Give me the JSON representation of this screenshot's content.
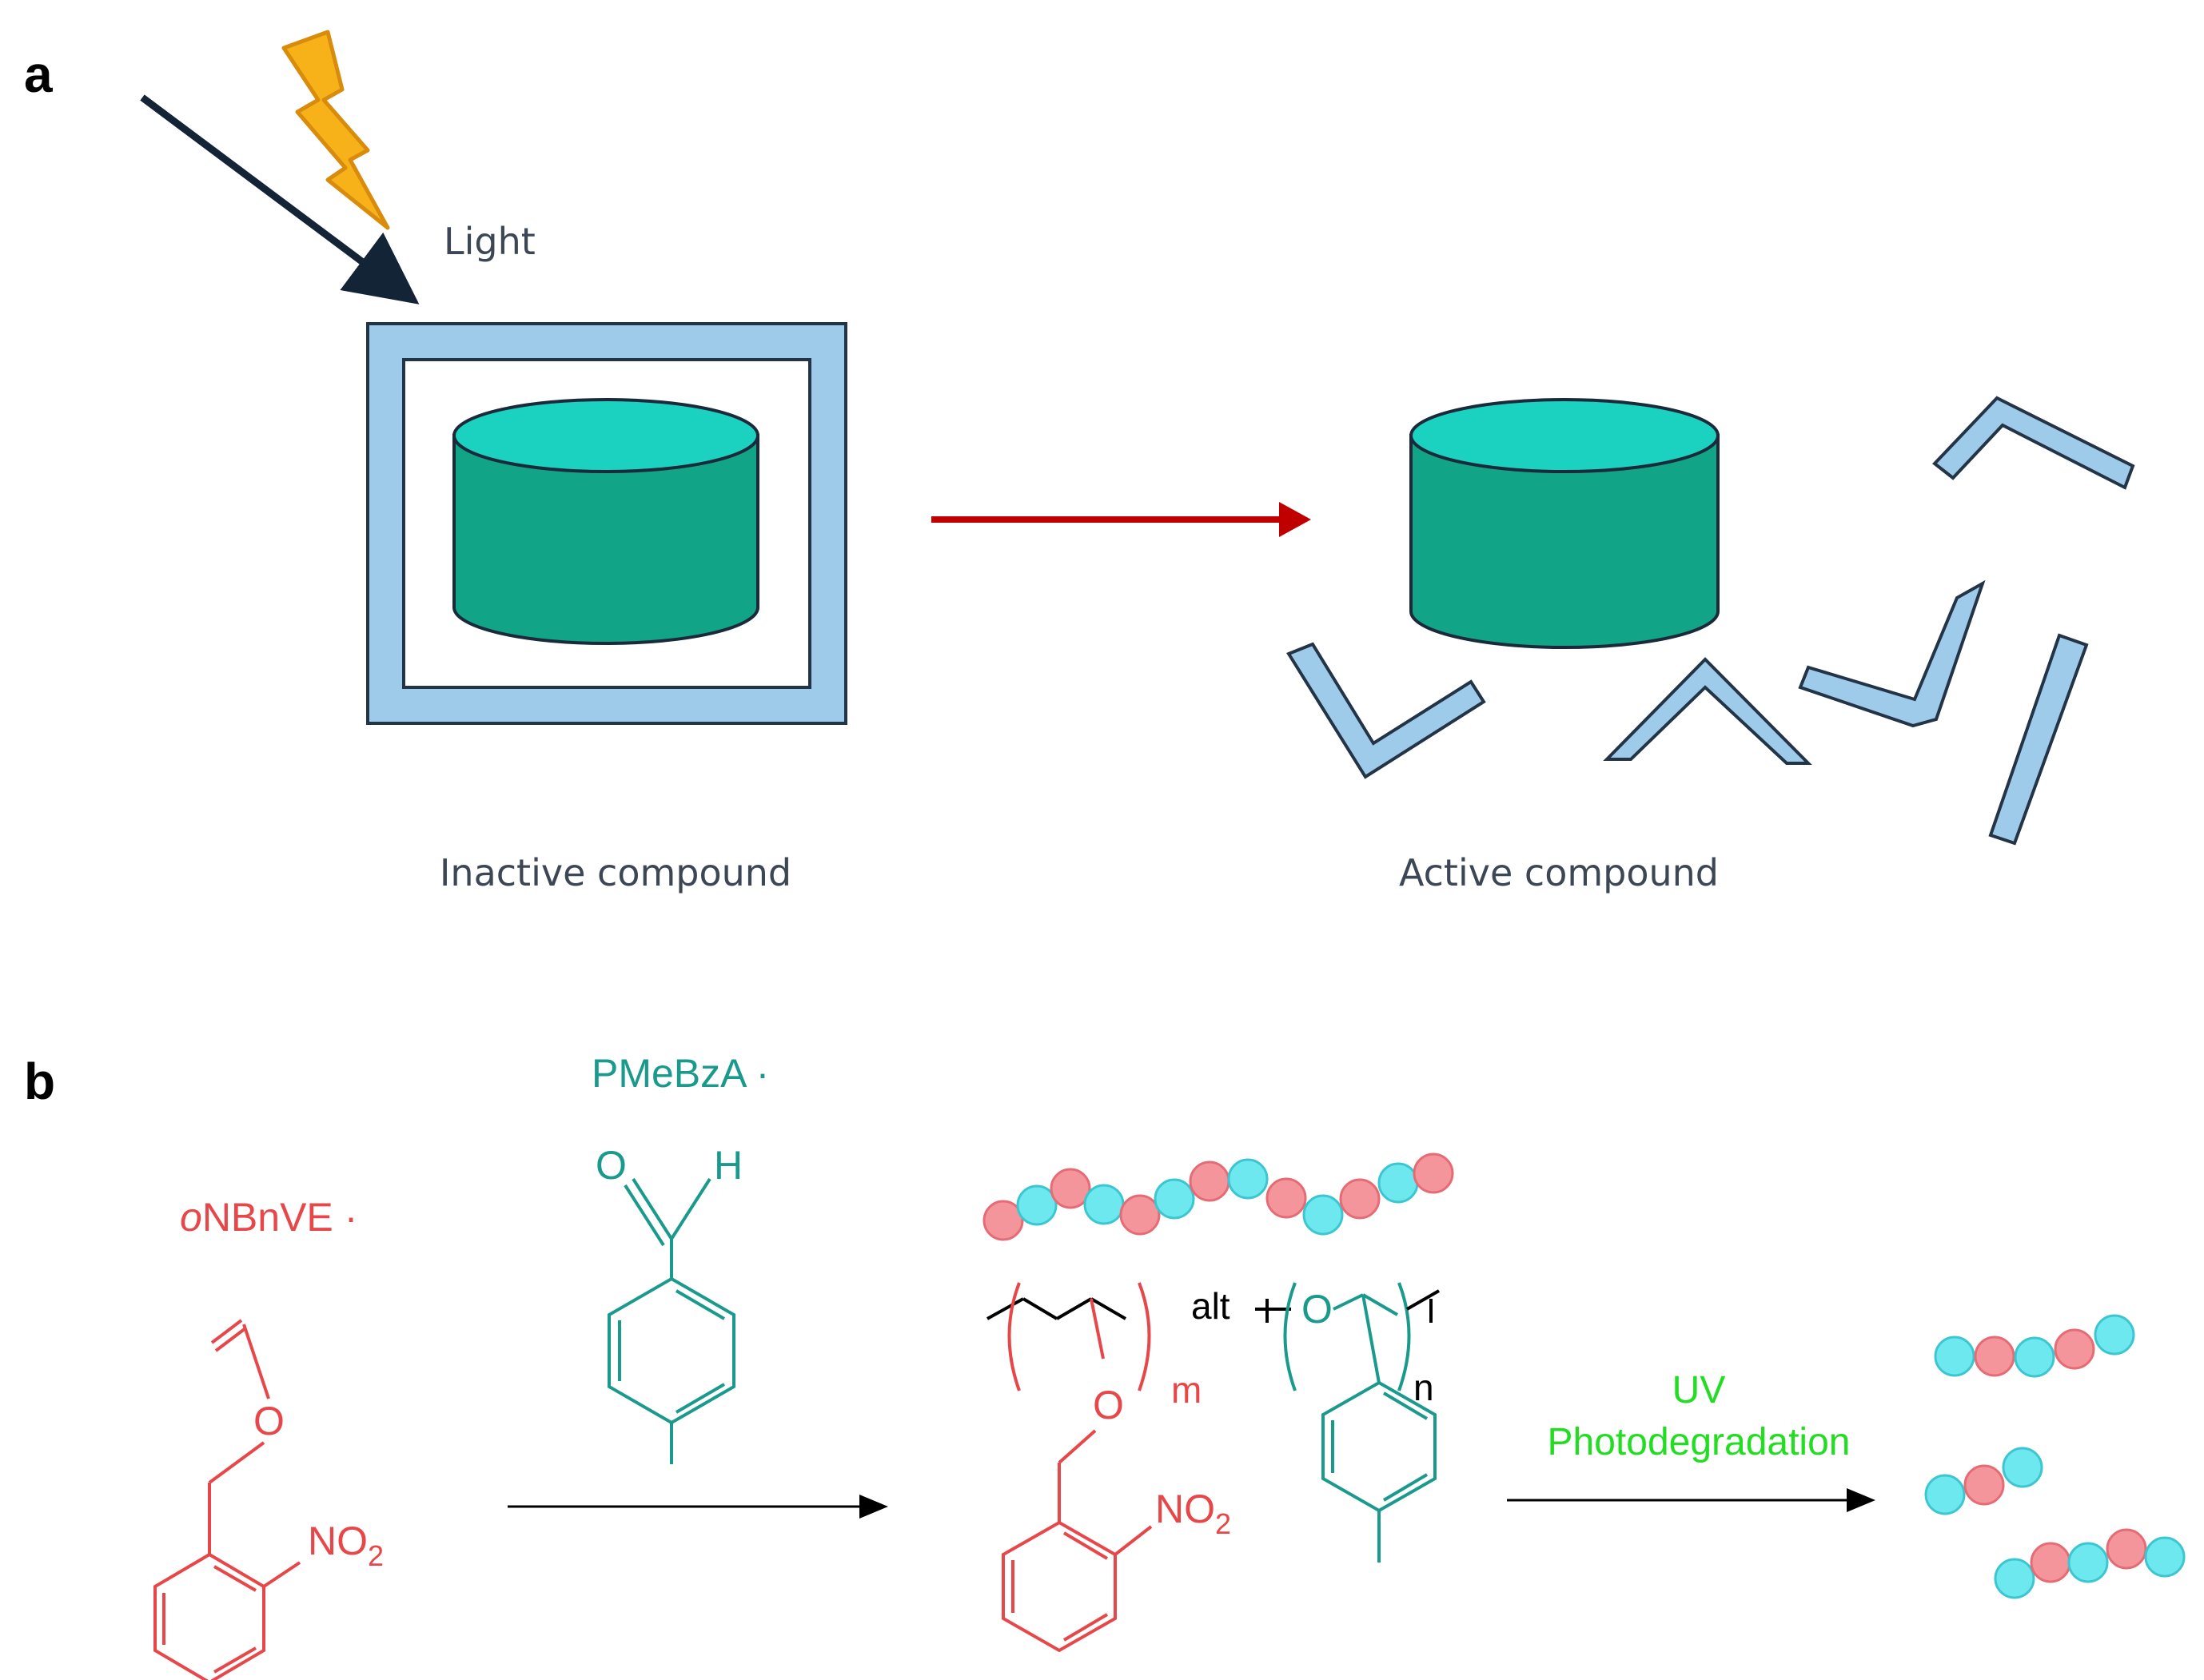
{
  "panel_a": {
    "label": "a",
    "light_label": "Light",
    "inactive_label": "Inactive compound",
    "active_label": "Active compound"
  },
  "panel_b": {
    "label": "b",
    "monomer1": {
      "name_prefix": "o",
      "name_rest": "NBnVE",
      "dot": "·",
      "nitro": "NO",
      "nitro_sub": "2",
      "oxygen": "O"
    },
    "monomer2": {
      "name": "PMeBzA",
      "dot": "·",
      "oxygen": "O",
      "hydrogen": "H"
    },
    "polymer": {
      "alt": "alt",
      "m": "m",
      "n": "n",
      "oxygen_backbone": "O",
      "oxygen_side": "O",
      "nitro": "NO",
      "nitro_sub": "2"
    },
    "step2_line1": "UV",
    "step2_line2": "Photodegradation"
  },
  "colors": {
    "red_chem": "#e8474a",
    "teal_chem": "#1a9a8c",
    "green_label": "#22dd22",
    "light_blue": "#9fcbea",
    "teal_cylinder": "#12a487",
    "teal_cylinder_top": "#1bd1bf",
    "dark_arrow": "#142437",
    "red_arrow": "#c00000",
    "bead_pink": "#f4959c",
    "bead_cyan": "#6ee8ef"
  }
}
